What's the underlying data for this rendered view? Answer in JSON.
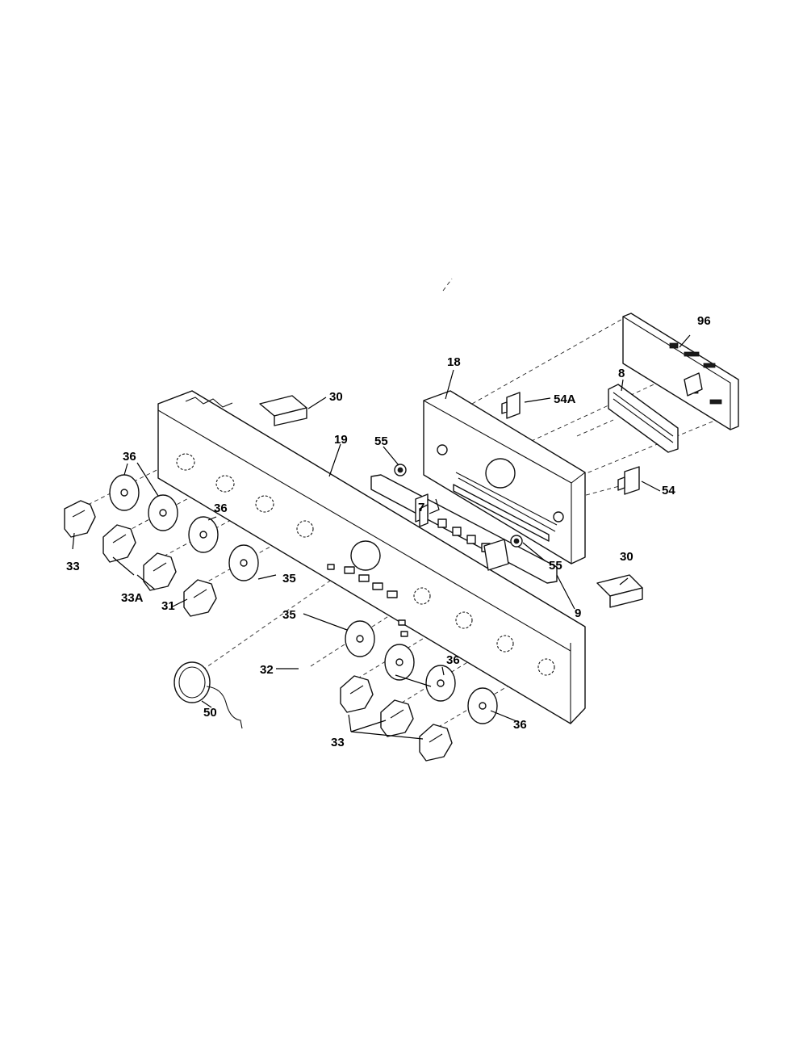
{
  "callouts": {
    "c96": "96",
    "c18": "18",
    "c8": "8",
    "c54A": "54A",
    "c30_top": "30",
    "c19": "19",
    "c55_top": "55",
    "c7": "7",
    "c54": "54",
    "c36_left": "36",
    "c36_mid": "36",
    "c55_bottom": "55",
    "c30_right": "30",
    "c33_left": "33",
    "c35_left": "35",
    "c9": "9",
    "c33A": "33A",
    "c31": "31",
    "c35_mid": "35",
    "c36_right": "36",
    "c32": "32",
    "c50": "50",
    "c36_bottom": "36",
    "c33_bottom": "33"
  }
}
